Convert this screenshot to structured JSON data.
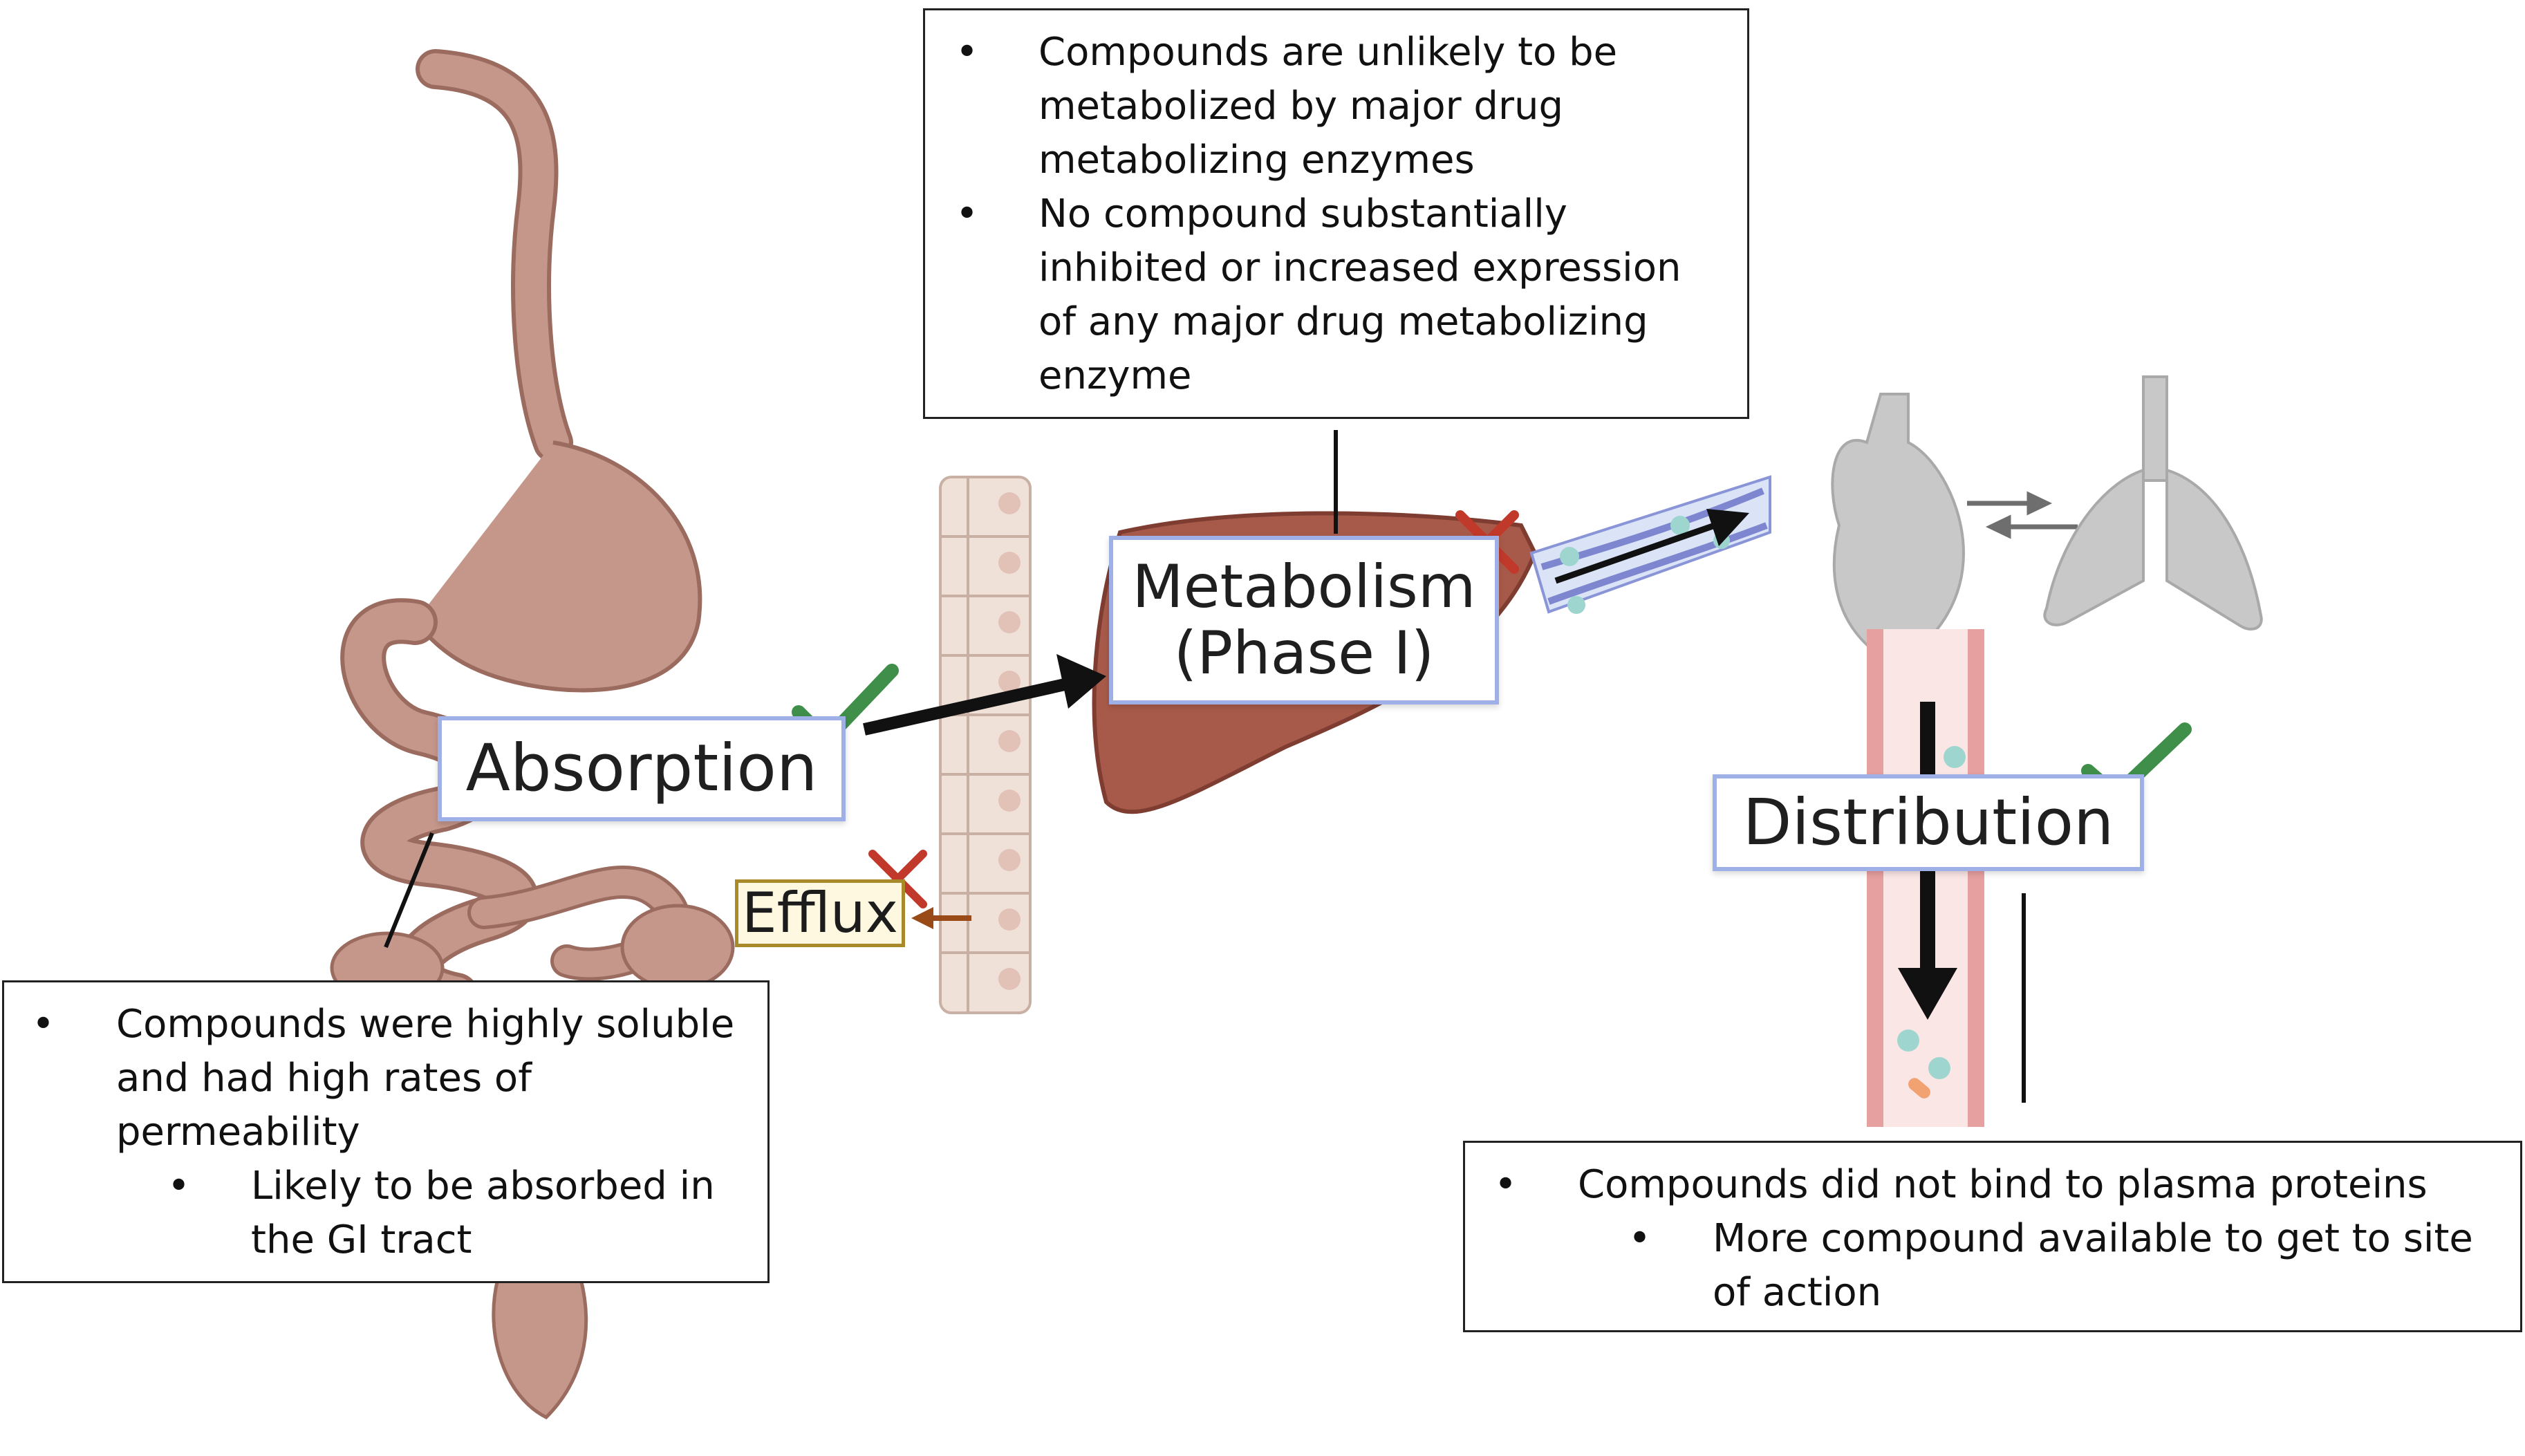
{
  "stages": {
    "absorption": "Absorption",
    "metabolism_line1": "Metabolism",
    "metabolism_line2": "(Phase I)",
    "distribution": "Distribution",
    "efflux": "Efflux"
  },
  "notes": {
    "absorption": {
      "bullet1": "Compounds were highly soluble and had high rates of permeability",
      "sub1": "Likely to be absorbed in the GI tract"
    },
    "metabolism": {
      "bullet1": "Compounds are unlikely to be metabolized by major drug metabolizing enzymes",
      "bullet2": "No compound substantially inhibited or increased expression of any major drug metabolizing enzyme"
    },
    "distribution": {
      "bullet1": "Compounds did not bind to plasma proteins",
      "sub1": "More compound available to get to site of action"
    }
  },
  "colors": {
    "check_green": "#3f8f4a",
    "cross_red": "#c0392b",
    "gut": "#c4978a",
    "liver": "#a85a4a",
    "vessel": "#e7a0a0",
    "organ_gray": "#c8c8c8",
    "label_border": "#9fb0e6"
  },
  "icons": {
    "absorption_status": "check-icon",
    "efflux_status": "cross-icon",
    "metabolism_status": "cross-icon",
    "distribution_status": "check-icon"
  }
}
